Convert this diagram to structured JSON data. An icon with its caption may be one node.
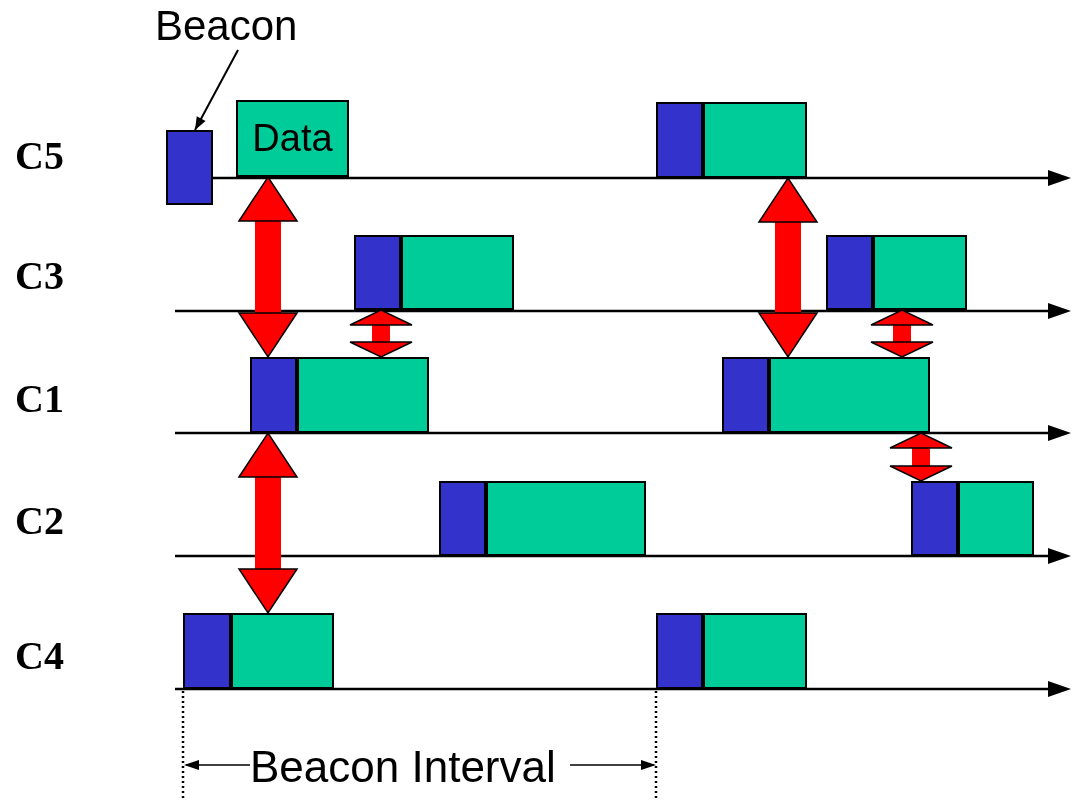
{
  "diagram": {
    "nodes": [
      {
        "text": [
          "Beacon"
        ]
      },
      {
        "text": [],
        "shape": "box"
      },
      {
        "text": [
          "Data"
        ]
      },
      {
        "text": [],
        "shape": "box"
      },
      {
        "text": [],
        "shape": "box"
      },
      {
        "text": [],
        "shape": "box"
      },
      {
        "text": [],
        "shape": "box"
      },
      {
        "text": [],
        "shape": "box"
      },
      {
        "text": [],
        "shape": "box"
      },
      {
        "text": [],
        "shape": "box"
      },
      {
        "text": [],
        "shape": "box"
      },
      {
        "text": [],
        "shape": "box"
      },
      {
        "text": [],
        "shape": "box"
      },
      {
        "text": [],
        "shape": "box"
      },
      {
        "text": [],
        "shape": "box"
      },
      {
        "text": [],
        "shape": "box"
      },
      {
        "text": [],
        "shape": "box"
      },
      {
        "text": [],
        "shape": "box"
      },
      {
        "text": [],
        "shape": "box"
      },
      {
        "text": [],
        "shape": "box"
      },
      {
        "text": [],
        "shape": "box"
      }
    ],
    "edges": [
      {
        "from": 0,
        "to": 1,
        "arrow": "to",
        "color": "#000000"
      },
      {
        "from": 2,
        "to": 9,
        "arrow": "both"
      },
      {
        "from": 5,
        "to": 10,
        "arrow": "both"
      },
      {
        "from": 9,
        "to": 18,
        "arrow": "both"
      },
      {
        "from": 4,
        "to": 12,
        "arrow": "both"
      },
      {
        "from": 8,
        "to": 12,
        "arrow": "both"
      },
      {
        "from": 12,
        "to": 15,
        "arrow": "both"
      }
    ],
    "labels": [
      "C5",
      "C3",
      "C1",
      "C2",
      "C4",
      "Beacon Interval"
    ]
  }
}
